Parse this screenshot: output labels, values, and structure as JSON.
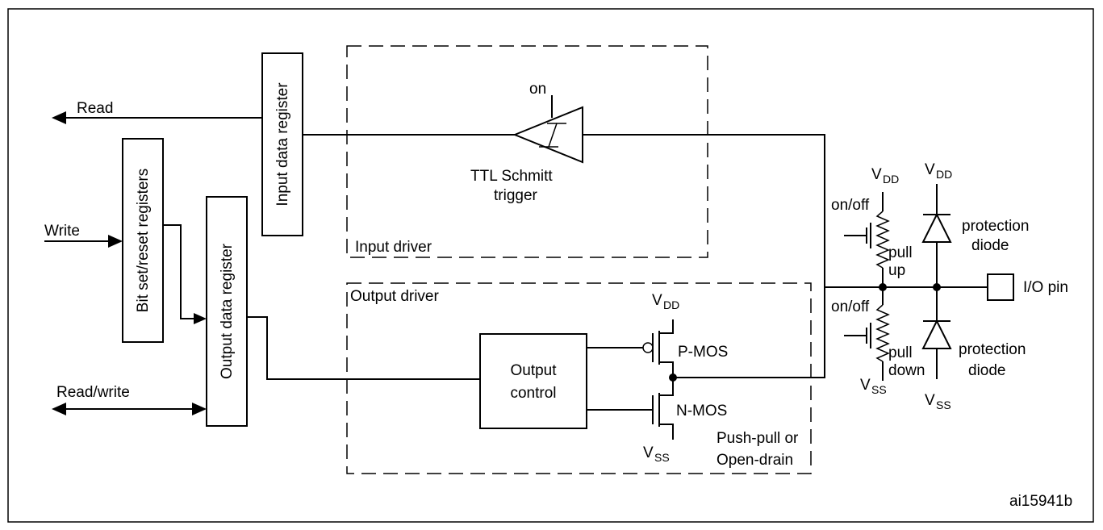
{
  "labels": {
    "read": "Read",
    "write": "Write",
    "read_write": "Read/write",
    "input_data_register": "Input data register",
    "bit_set_reset_registers": "Bit set/reset registers",
    "output_data_register": "Output data register",
    "on": "on",
    "ttl_schmitt_line1": "TTL Schmitt",
    "ttl_schmitt_line2": "trigger",
    "input_driver": "Input driver",
    "output_driver": "Output driver",
    "output_control_line1": "Output",
    "output_control_line2": "control",
    "p_mos": "P-MOS",
    "n_mos": "N-MOS",
    "push_pull_line1": "Push-pull or",
    "push_pull_line2": "Open-drain",
    "on_off_top": "on/off",
    "on_off_bottom": "on/off",
    "pull_up_line1": "pull",
    "pull_up_line2": "up",
    "pull_down_line1": "pull",
    "pull_down_line2": "down",
    "protection_diode_top_line1": "protection",
    "protection_diode_top_line2": "diode",
    "protection_diode_bottom_line1": "protection",
    "protection_diode_bottom_line2": "diode",
    "io_pin": "I/O pin",
    "figure_id": "ai15941b"
  },
  "supplies": {
    "v": "V",
    "dd": "DD",
    "ss": "SS"
  }
}
